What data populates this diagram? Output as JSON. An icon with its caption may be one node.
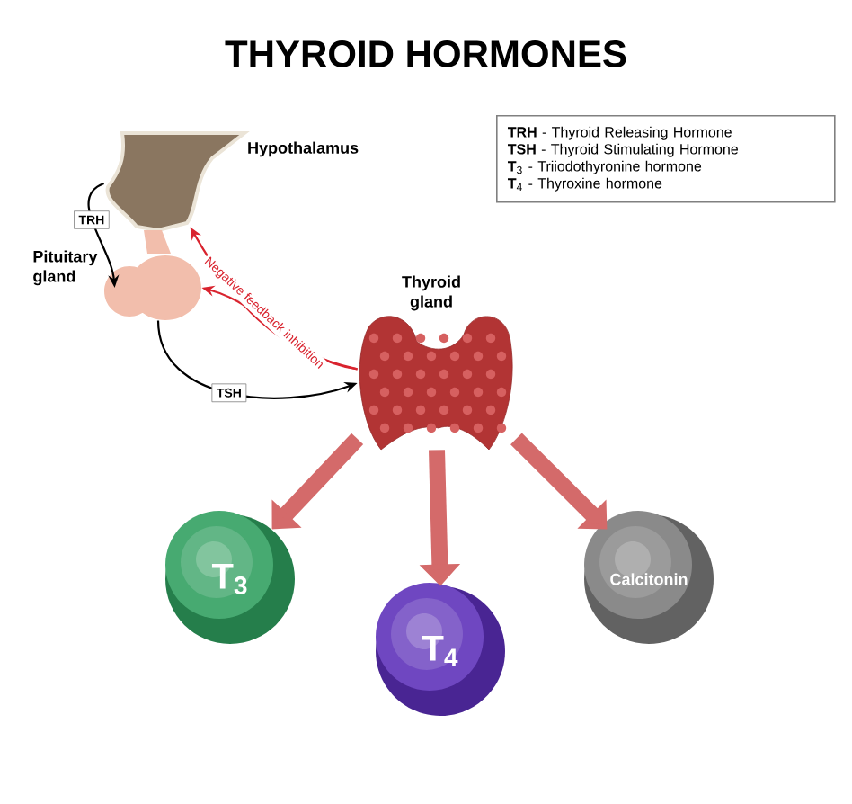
{
  "diagram": {
    "title": "THYROID HORMONES",
    "nodes": [
      {
        "text": [
          "Hypothalamus"
        ]
      },
      {
        "text": [
          "Pituitary gland"
        ]
      },
      {
        "text": [
          "Thyroid gland"
        ]
      },
      {
        "text": [
          "T$_{3}$"
        ]
      },
      {
        "text": [
          "T$_{4}$"
        ]
      },
      {
        "text": [
          "Calcitonin"
        ]
      },
      {
        "text": [
          "**TRH** - Thyroid Releasing Hormone",
          "**TSH** - Thyroid Stimulating Hormone",
          "**T**$_{3}$ - Triiodothyronine hormone",
          "**T**$_{4}$ - Thyroxine hormone"
        ]
      }
    ],
    "edges": [
      {
        "from": 0,
        "to": 1,
        "arrow": "to",
        "label": "TRH",
        "color": "#000000"
      },
      {
        "from": 1,
        "to": 2,
        "arrow": "to",
        "label": "TSH",
        "color": "#000000"
      },
      {
        "from": 2,
        "to": 0,
        "arrow": "to",
        "label": "Negative feedback inhibition",
        "color": "#d9232e"
      },
      {
        "from": 2,
        "to": 1,
        "arrow": "to",
        "color": "#d9232e"
      },
      {
        "from": 2,
        "to": 3,
        "arrow": "to",
        "style": "thick",
        "color": "#d46a6a"
      },
      {
        "from": 2,
        "to": 4,
        "arrow": "to",
        "style": "thick",
        "color": "#d46a6a"
      },
      {
        "from": 2,
        "to": 5,
        "arrow": "to",
        "style": "thick",
        "color": "#d46a6a"
      }
    ]
  }
}
